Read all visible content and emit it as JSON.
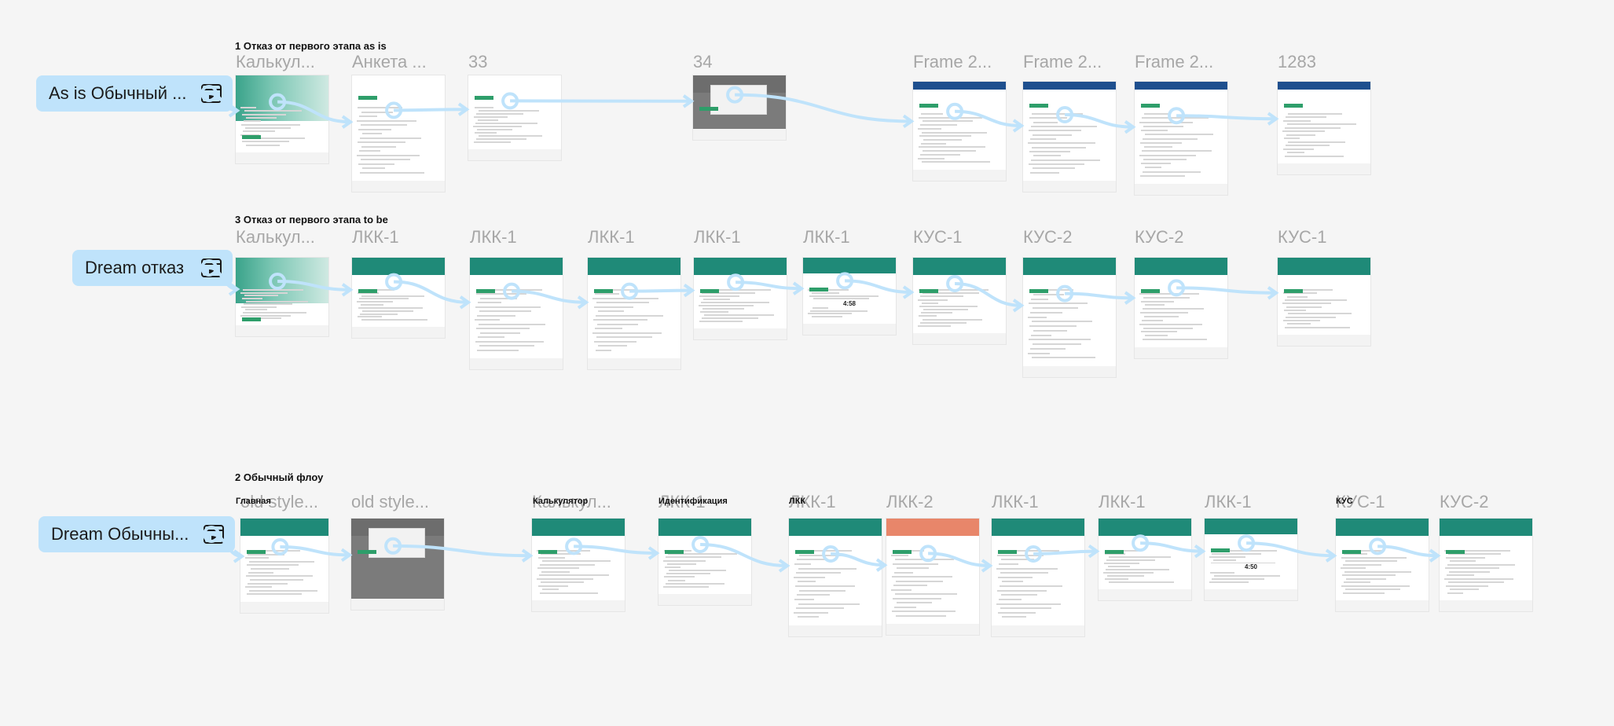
{
  "sections": [
    {
      "title": "1 Отказ от первого этапа as is",
      "flow_start": "As is Обычный ...",
      "frames": [
        {
          "name": "Калькул...",
          "kind": "hero"
        },
        {
          "name": "Анкета ...",
          "kind": "form"
        },
        {
          "name": "33",
          "kind": "form"
        },
        {
          "name": "34",
          "kind": "dark"
        },
        {
          "name": "Frame 2...",
          "kind": "blue"
        },
        {
          "name": "Frame 2...",
          "kind": "blue"
        },
        {
          "name": "Frame 2...",
          "kind": "blue"
        },
        {
          "name": "1283",
          "kind": "blue"
        }
      ]
    },
    {
      "title": "3 Отказ от первого этапа to be",
      "flow_start": "Dream отказ",
      "frames": [
        {
          "name": "Калькул...",
          "kind": "hero"
        },
        {
          "name": "ЛКК-1",
          "kind": "green"
        },
        {
          "name": "ЛКК-1",
          "kind": "green"
        },
        {
          "name": "ЛКК-1",
          "kind": "green"
        },
        {
          "name": "ЛКК-1",
          "kind": "green"
        },
        {
          "name": "ЛКК-1",
          "kind": "timer",
          "timer": "4:58"
        },
        {
          "name": "КУС-1",
          "kind": "green"
        },
        {
          "name": "КУС-2",
          "kind": "green"
        },
        {
          "name": "КУС-2",
          "kind": "green"
        },
        {
          "name": "КУС-1",
          "kind": "green"
        }
      ]
    },
    {
      "title": "2 Обычный флоу",
      "flow_start": "Dream Обычны...",
      "group_labels": [
        "Главная",
        "Калькулятор",
        "Идентификация",
        "ЛКК",
        "КУС"
      ],
      "frames": [
        {
          "name": "old style...",
          "kind": "green"
        },
        {
          "name": "old style...",
          "kind": "dark"
        },
        {
          "name": "Калькул...",
          "kind": "green"
        },
        {
          "name": "ЛКК-1",
          "kind": "green"
        },
        {
          "name": "ЛКК-1",
          "kind": "green"
        },
        {
          "name": "ЛКК-2",
          "kind": "orange"
        },
        {
          "name": "ЛКК-1",
          "kind": "green"
        },
        {
          "name": "ЛКК-1",
          "kind": "green"
        },
        {
          "name": "ЛКК-1",
          "kind": "timer",
          "timer": "4:50"
        },
        {
          "name": "КУС-1",
          "kind": "green"
        },
        {
          "name": "КУС-2",
          "kind": "green"
        }
      ]
    }
  ],
  "colors": {
    "background": "#f5f5f5",
    "flow_start": "#bfe3fb",
    "connector": "#bfe3fb",
    "header_green": "#1f8a78",
    "header_blue": "#1e4f8e",
    "header_orange": "#e8866a",
    "overlay_dark": "#7b7b7b"
  }
}
